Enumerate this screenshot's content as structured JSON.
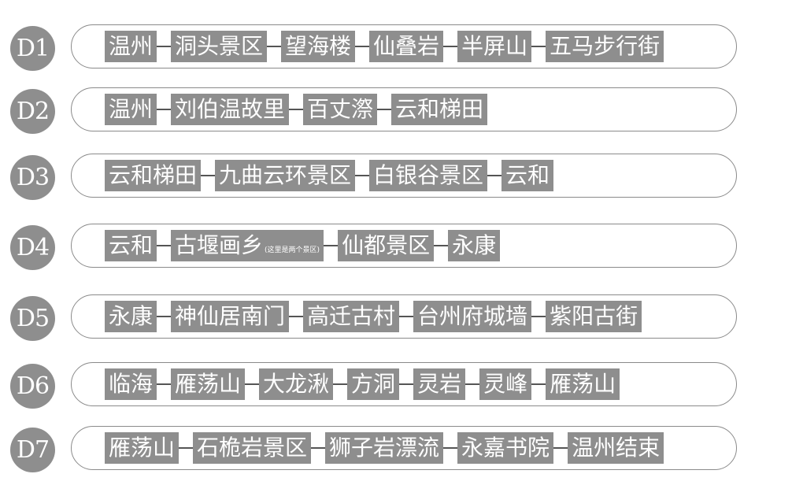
{
  "itinerary": [
    {
      "day": "D1",
      "stops": [
        {
          "name": "温州"
        },
        {
          "name": "洞头景区"
        },
        {
          "name": "望海楼"
        },
        {
          "name": "仙叠岩"
        },
        {
          "name": "半屏山"
        },
        {
          "name": "五马步行街"
        }
      ]
    },
    {
      "day": "D2",
      "stops": [
        {
          "name": "温州"
        },
        {
          "name": "刘伯温故里"
        },
        {
          "name": "百丈漈"
        },
        {
          "name": "云和梯田"
        }
      ]
    },
    {
      "day": "D3",
      "stops": [
        {
          "name": "云和梯田"
        },
        {
          "name": "九曲云环景区"
        },
        {
          "name": "白银谷景区"
        },
        {
          "name": "云和"
        }
      ]
    },
    {
      "day": "D4",
      "stops": [
        {
          "name": "云和"
        },
        {
          "name": "古堰画乡",
          "note": "(这里是两个景区)"
        },
        {
          "name": "仙都景区"
        },
        {
          "name": "永康"
        }
      ]
    },
    {
      "day": "D5",
      "stops": [
        {
          "name": "永康"
        },
        {
          "name": "神仙居南门"
        },
        {
          "name": "高迁古村"
        },
        {
          "name": "台州府城墙"
        },
        {
          "name": "紫阳古街"
        }
      ]
    },
    {
      "day": "D6",
      "stops": [
        {
          "name": "临海"
        },
        {
          "name": "雁荡山"
        },
        {
          "name": "大龙湫"
        },
        {
          "name": "方洞"
        },
        {
          "name": "灵岩"
        },
        {
          "name": "灵峰"
        },
        {
          "name": "雁荡山"
        }
      ]
    },
    {
      "day": "D7",
      "stops": [
        {
          "name": "雁荡山"
        },
        {
          "name": "石桅岩景区"
        },
        {
          "name": "狮子岩漂流"
        },
        {
          "name": "永嘉书院"
        },
        {
          "name": "温州结束"
        }
      ]
    }
  ],
  "colors": {
    "badge": "#8e8e8e",
    "stop_box": "#8e8e8e",
    "text": "#ffffff",
    "pill_border": "#8a8a8a",
    "connector": "#555555"
  }
}
